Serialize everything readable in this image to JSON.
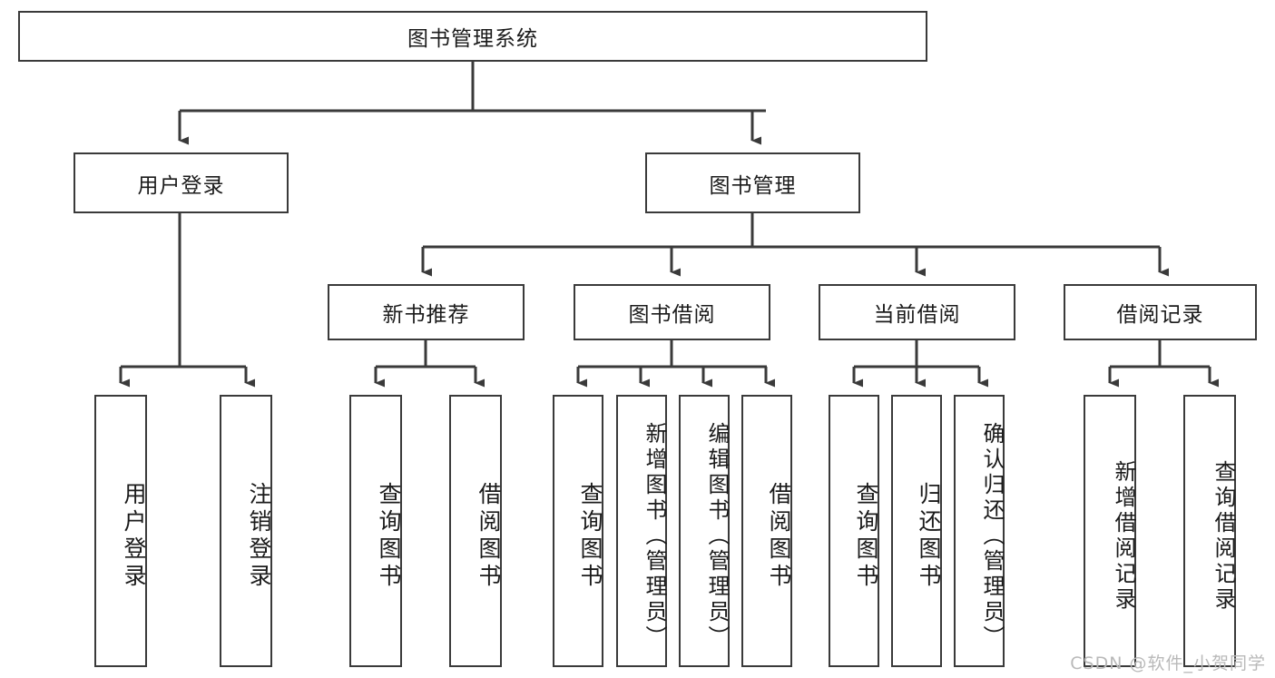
{
  "diagram": {
    "type": "tree",
    "title": "图书管理系统",
    "root": {
      "label": "图书管理系统"
    },
    "level2": [
      {
        "label": "用户登录"
      },
      {
        "label": "图书管理"
      }
    ],
    "level3": [
      {
        "label": "新书推荐"
      },
      {
        "label": "图书借阅"
      },
      {
        "label": "当前借阅"
      },
      {
        "label": "借阅记录"
      }
    ],
    "leaves": [
      {
        "label": "用户登录"
      },
      {
        "label": "注销登录"
      },
      {
        "label": "查询图书"
      },
      {
        "label": "借阅图书"
      },
      {
        "label": "查询图书"
      },
      {
        "label": "新增图书（管理员）"
      },
      {
        "label": "编辑图书（管理员）"
      },
      {
        "label": "借阅图书"
      },
      {
        "label": "查询图书"
      },
      {
        "label": "归还图书"
      },
      {
        "label": "确认归还（管理员）"
      },
      {
        "label": "新增借阅记录"
      },
      {
        "label": "查询借阅记录"
      }
    ],
    "colors": {
      "stroke": "#3a3a3a",
      "fill": "#ffffff",
      "text": "#1b1b1b",
      "watermark": "#b9b9b9"
    }
  },
  "watermark": {
    "text": "CSDN @软件_小贺同学"
  }
}
